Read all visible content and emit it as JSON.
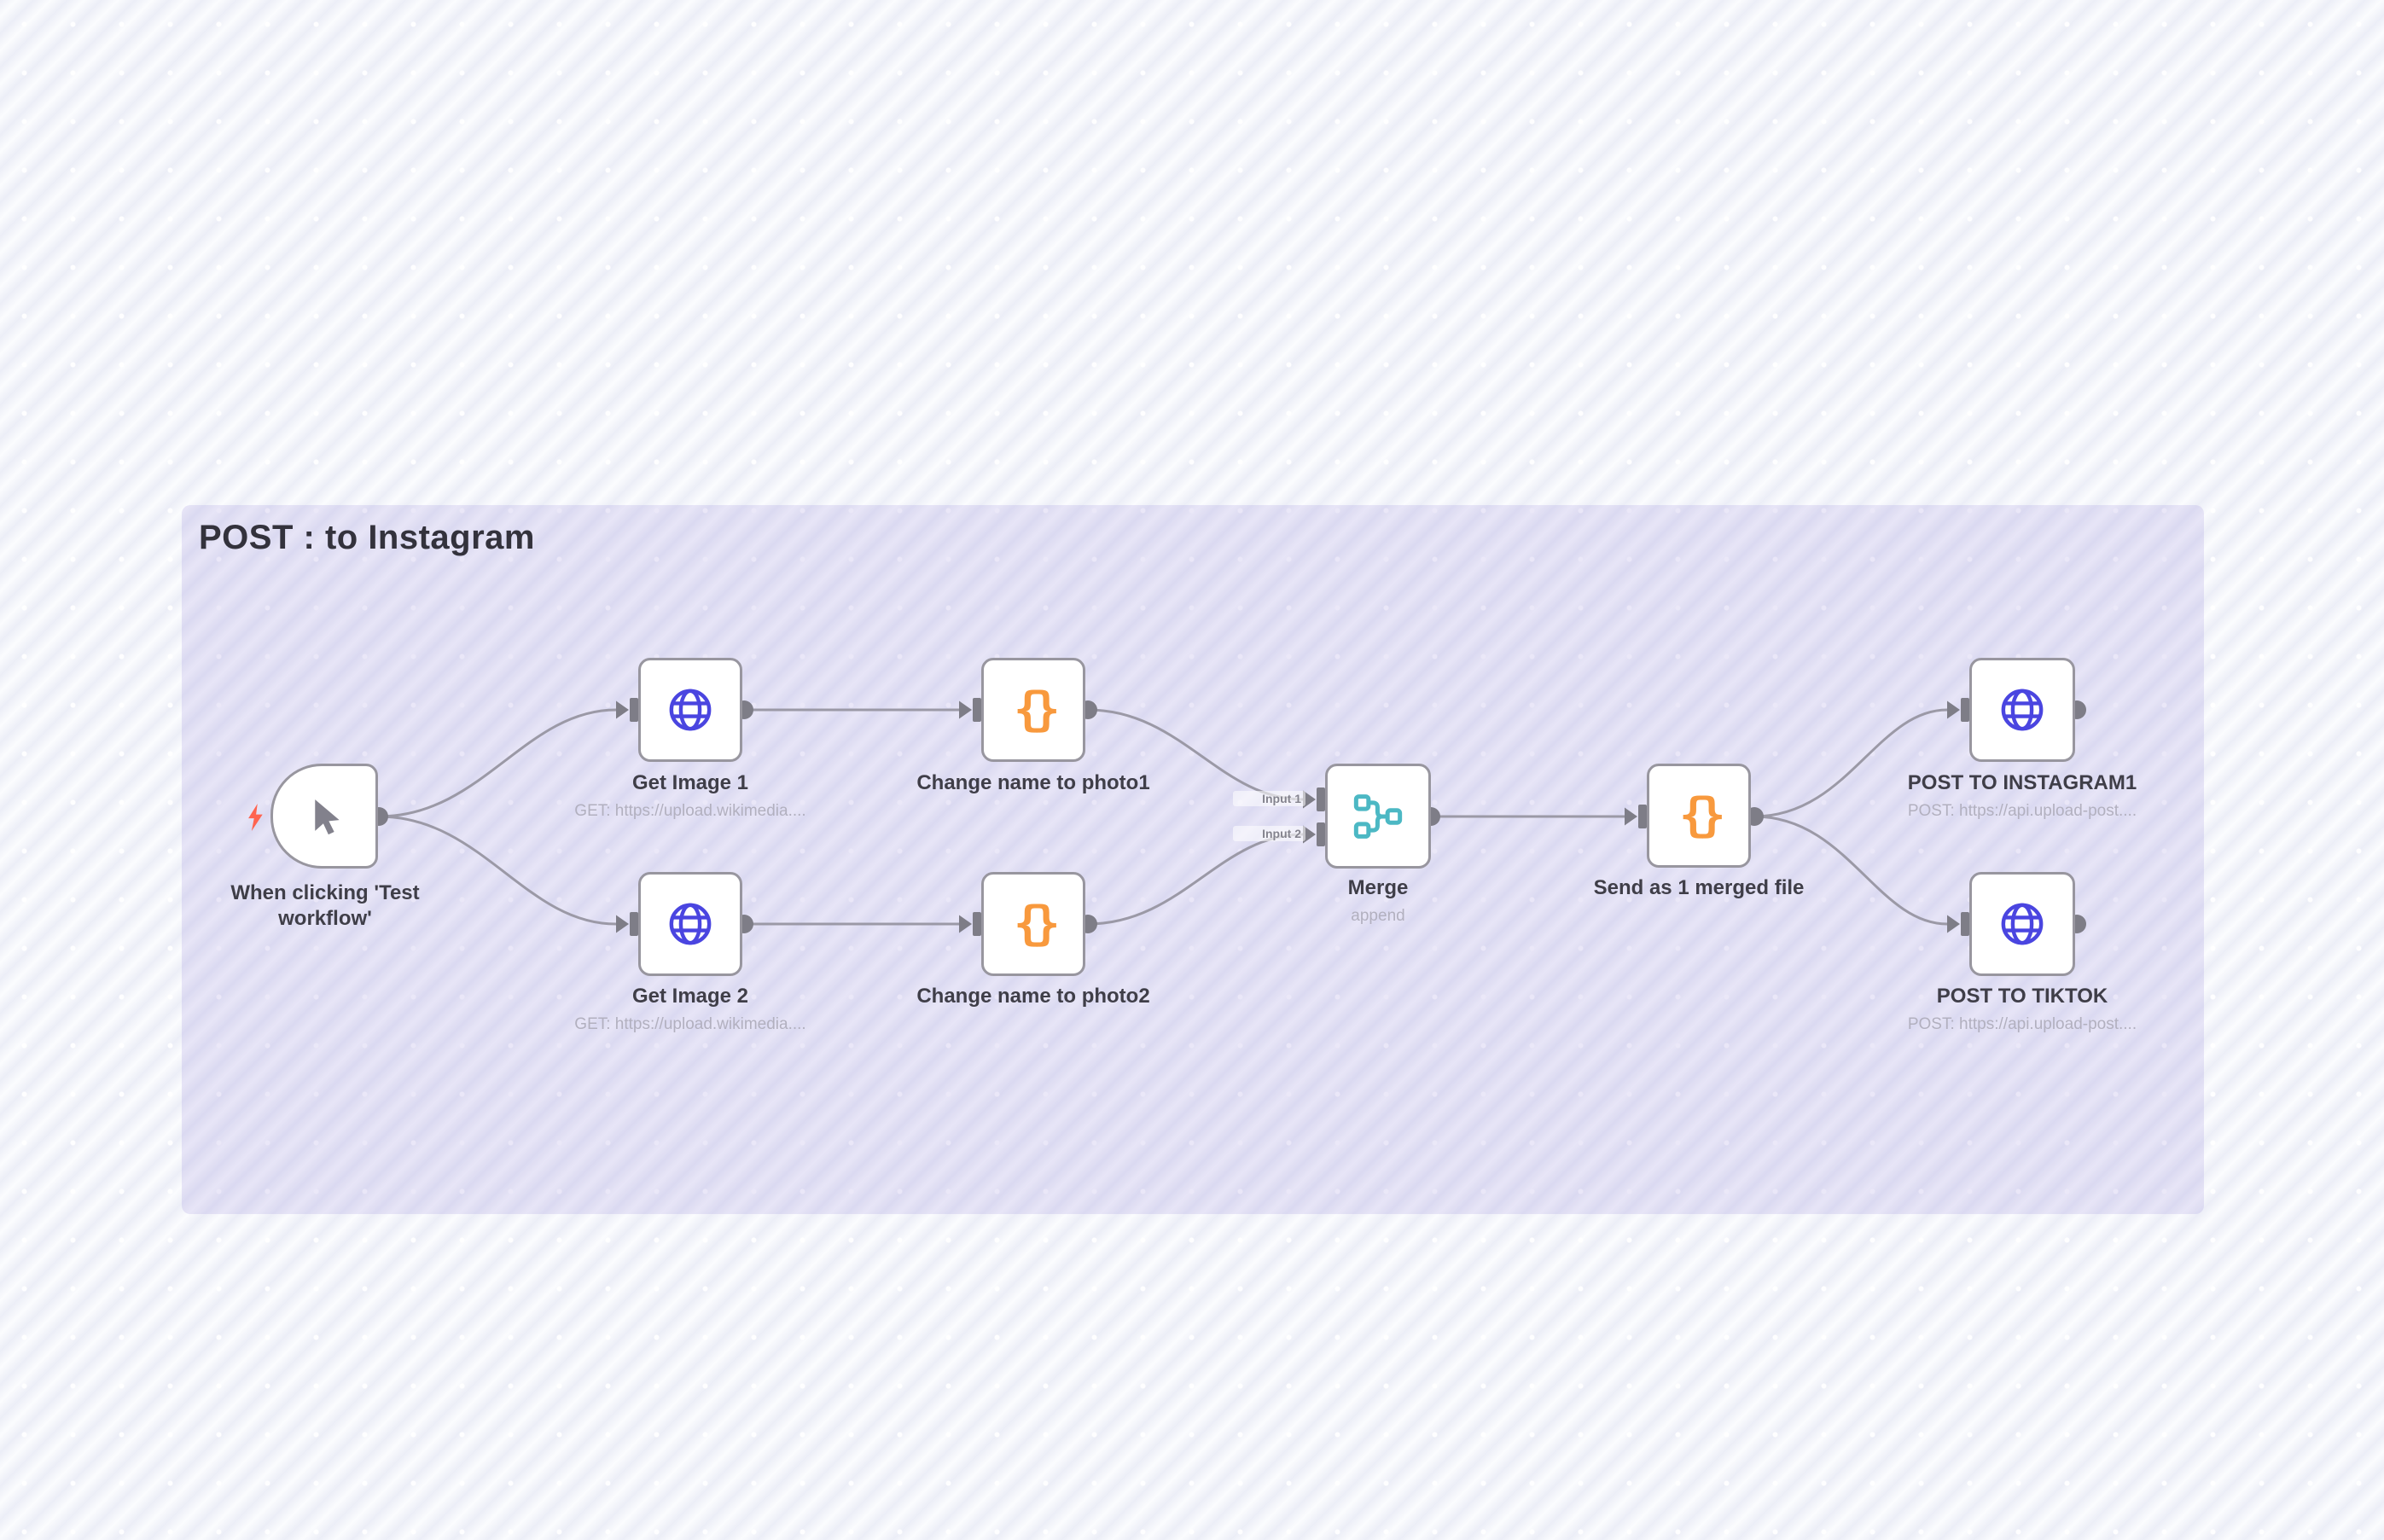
{
  "group": {
    "title": "POST : to Instagram"
  },
  "nodes": [
    {
      "id": "when-clicking-test-workflow",
      "label": "When clicking 'Test workflow'",
      "sublabel": "",
      "icon": "cursor-icon"
    },
    {
      "id": "get-image-1",
      "label": "Get Image 1",
      "sublabel": "GET: https://upload.wikimedia....",
      "icon": "globe-icon"
    },
    {
      "id": "get-image-2",
      "label": "Get Image 2",
      "sublabel": "GET: https://upload.wikimedia....",
      "icon": "globe-icon"
    },
    {
      "id": "change-name-to-photo1",
      "label": "Change name to photo1",
      "sublabel": "",
      "icon": "braces-icon"
    },
    {
      "id": "change-name-to-photo2",
      "label": "Change name to photo2",
      "sublabel": "",
      "icon": "braces-icon"
    },
    {
      "id": "merge",
      "label": "Merge",
      "sublabel": "append",
      "icon": "merge-icon",
      "inputs": [
        "Input 1",
        "Input 2"
      ]
    },
    {
      "id": "send-as-1-merged-file",
      "label": "Send as 1 merged file",
      "sublabel": "",
      "icon": "braces-icon"
    },
    {
      "id": "post-to-instagram1",
      "label": "POST TO INSTAGRAM1",
      "sublabel": "POST: https://api.upload-post....",
      "icon": "globe-icon"
    },
    {
      "id": "post-to-tiktok",
      "label": "POST TO TIKTOK",
      "sublabel": "POST: https://api.upload-post....",
      "icon": "globe-icon"
    }
  ],
  "colors": {
    "connector": "#9b99a6",
    "port": "#7e7d87",
    "globe": "#4a45e0",
    "braces": "#f8993d",
    "merge": "#4cb8c4",
    "lightning": "#ff6450",
    "cursor": "#82818c"
  }
}
